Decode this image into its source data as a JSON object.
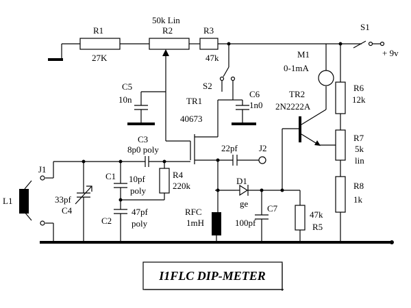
{
  "title": "I1FLC DIP-METER",
  "components": {
    "R1": {
      "ref": "R1",
      "value": "27K"
    },
    "R2": {
      "ref": "R2",
      "value": "50k Lin"
    },
    "R3": {
      "ref": "R3",
      "value": "47k"
    },
    "R4": {
      "ref": "R4",
      "value": "220k"
    },
    "R5": {
      "ref": "R5",
      "value": "47k"
    },
    "R6": {
      "ref": "R6",
      "value": "12k"
    },
    "R7": {
      "ref": "R7",
      "value": "5k",
      "note": "lin"
    },
    "R8": {
      "ref": "R8",
      "value": "1k"
    },
    "C1": {
      "ref": "C1",
      "value": "10pf",
      "note": "poly"
    },
    "C2": {
      "ref": "C2",
      "value": "47pf",
      "note": "poly"
    },
    "C3": {
      "ref": "C3",
      "value": "8p0 poly"
    },
    "C4": {
      "ref": "C4",
      "value": "33pf"
    },
    "C5": {
      "ref": "C5",
      "value": "10n"
    },
    "C6": {
      "ref": "C6",
      "value": "1n0"
    },
    "C7": {
      "ref": "C7",
      "value": "100pf"
    },
    "Cout": {
      "value": "22pf"
    },
    "TR1": {
      "ref": "TR1",
      "value": "40673"
    },
    "TR2": {
      "ref": "TR2",
      "value": "2N2222A"
    },
    "M1": {
      "ref": "M1",
      "value": "0-1mA"
    },
    "D1": {
      "ref": "D1",
      "value": "ge"
    },
    "RFC": {
      "ref": "RFC",
      "value": "1mH"
    },
    "L1": {
      "ref": "L1"
    },
    "J1": {
      "ref": "J1"
    },
    "J2": {
      "ref": "J2"
    },
    "S1": {
      "ref": "S1"
    },
    "S2": {
      "ref": "S2"
    },
    "supply": "+ 9v"
  }
}
